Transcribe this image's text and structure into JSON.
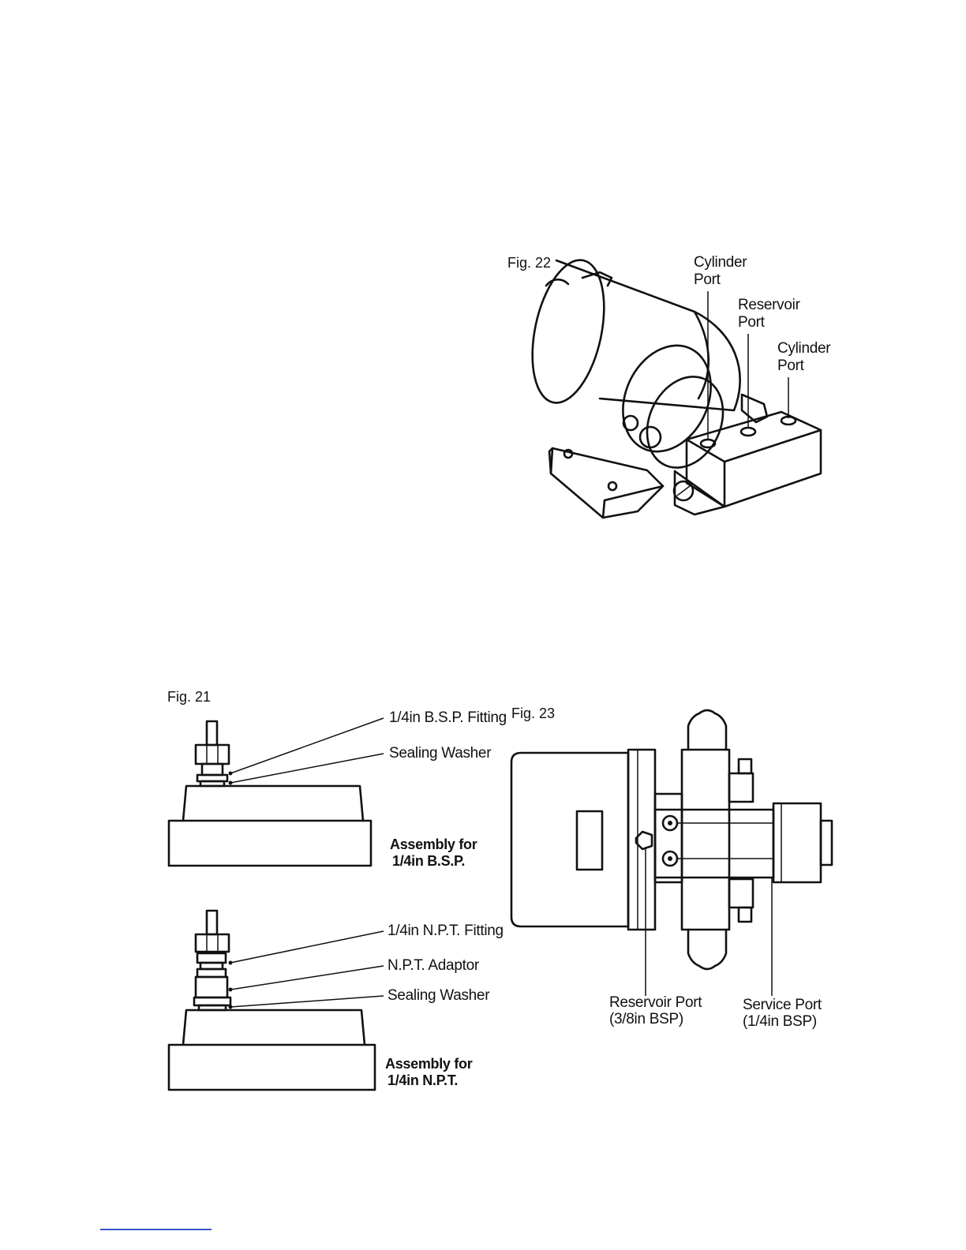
{
  "fig22": {
    "number": "Fig. 22",
    "cylinder_port_left": [
      "Cylinder",
      "Port"
    ],
    "reservoir_port": [
      "Reservoir",
      "Port"
    ],
    "cylinder_port_right": [
      "Cylinder",
      "Port"
    ]
  },
  "fig21": {
    "number": "Fig. 21",
    "bsp_fitting": "1/4in B.S.P. Fitting",
    "sealing_washer_top": "Sealing Washer",
    "assembly_bsp": [
      "Assembly for",
      "1/4in B.S.P."
    ],
    "npt_fitting": "1/4in N.P.T. Fitting",
    "npt_adaptor": "N.P.T. Adaptor",
    "sealing_washer_bottom": "Sealing Washer",
    "assembly_npt": [
      "Assembly for",
      "1/4in N.P.T."
    ]
  },
  "fig23": {
    "number": "Fig. 23",
    "reservoir_port": [
      "Reservoir Port",
      "(3/8in BSP)"
    ],
    "service_port": [
      "Service Port",
      "(1/4in BSP)"
    ]
  }
}
